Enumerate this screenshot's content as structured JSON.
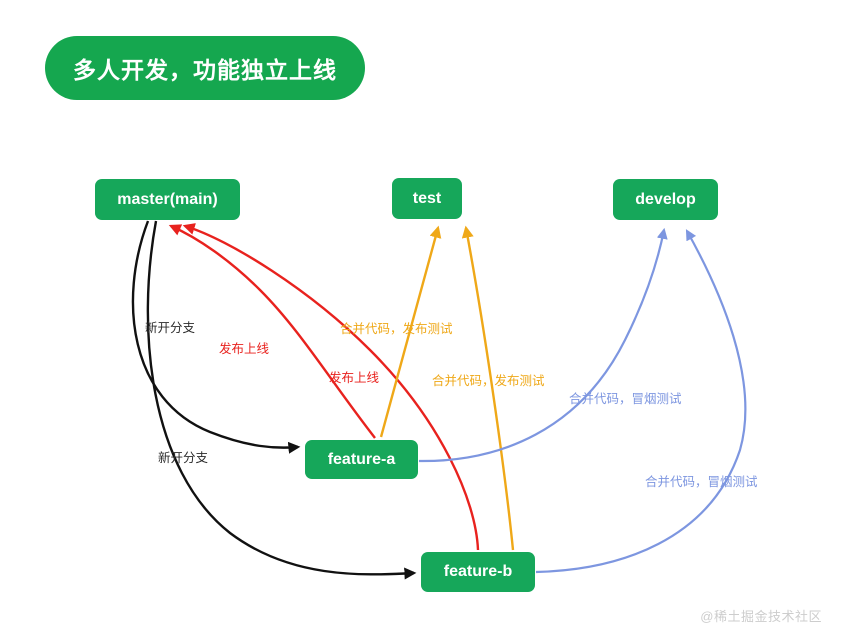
{
  "title": {
    "text": "多人开发，功能独立上线"
  },
  "colors": {
    "node_green": "#16a75a",
    "title_green": "#15a74f",
    "edge_black": "#111111",
    "edge_red": "#e8221e",
    "edge_orange": "#efa818",
    "edge_blue": "#7d96e0",
    "watermark_gray": "#cdcdcd",
    "background": "#ffffff"
  },
  "nodes": [
    {
      "id": "master",
      "label": "master(main)"
    },
    {
      "id": "test",
      "label": "test"
    },
    {
      "id": "develop",
      "label": "develop"
    },
    {
      "id": "feature-a",
      "label": "feature-a"
    },
    {
      "id": "feature-b",
      "label": "feature-b"
    }
  ],
  "edge_labels": [
    {
      "id": "new-branch-a",
      "text": "新开分支",
      "color": "black"
    },
    {
      "id": "new-branch-b",
      "text": "新开分支",
      "color": "black"
    },
    {
      "id": "release-a",
      "text": "发布上线",
      "color": "red"
    },
    {
      "id": "release-b",
      "text": "发布上线",
      "color": "red"
    },
    {
      "id": "merge-test-a",
      "text": "合并代码，发布测试",
      "color": "orange"
    },
    {
      "id": "merge-test-b",
      "text": "合并代码，发布测试",
      "color": "orange"
    },
    {
      "id": "merge-smoke-a",
      "text": "合并代码，冒烟测试",
      "color": "blue"
    },
    {
      "id": "merge-smoke-b",
      "text": "合并代码，冒烟测试",
      "color": "blue"
    }
  ],
  "watermark": {
    "text": "@稀土掘金技术社区"
  }
}
